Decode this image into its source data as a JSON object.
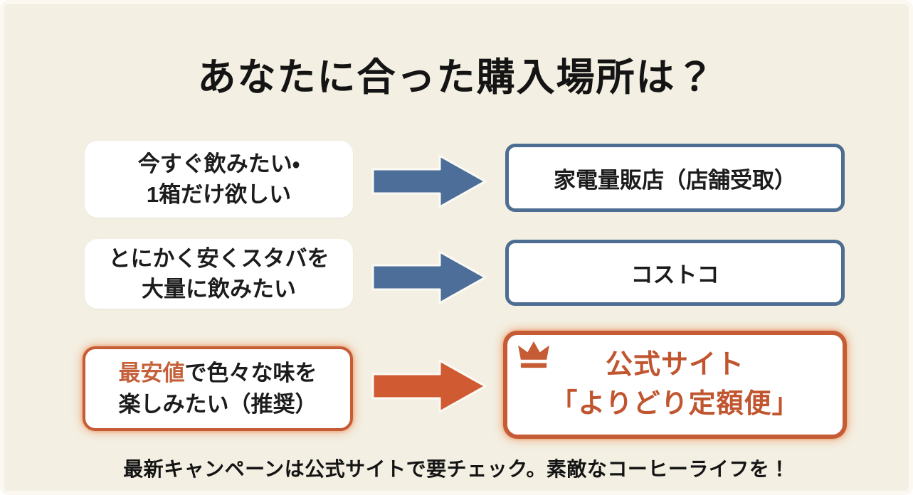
{
  "title": "あなたに合った購入場所は？",
  "colors": {
    "background": "#f3efe2",
    "box_white": "#ffffff",
    "blue_arrow": "#4c6e99",
    "blue_border": "#4d6d92",
    "orange_arrow": "#d05a31",
    "orange_border": "#c55c35",
    "orange_text": "#c0552f",
    "text_black": "#141414"
  },
  "rows": [
    {
      "left_line1": "今すぐ飲みたい・",
      "left_line2": "1箱だけ欲しい",
      "right_label": "家電量販店（店舗受取）"
    },
    {
      "left_line1": "とにかく安くスタバを",
      "left_line2": "大量に飲みたい",
      "right_label": "コストコ"
    },
    {
      "left_line1_highlight": "最安値",
      "left_line1_rest": "で色々な味を",
      "left_line2": "楽しみたい（推奨）",
      "right_line1": "公式サイト",
      "right_line2": "「よりどり定額便」"
    }
  ],
  "footer_note": "最新キャンペーンは公式サイトで要チェック。素敵なコーヒーライフを！"
}
